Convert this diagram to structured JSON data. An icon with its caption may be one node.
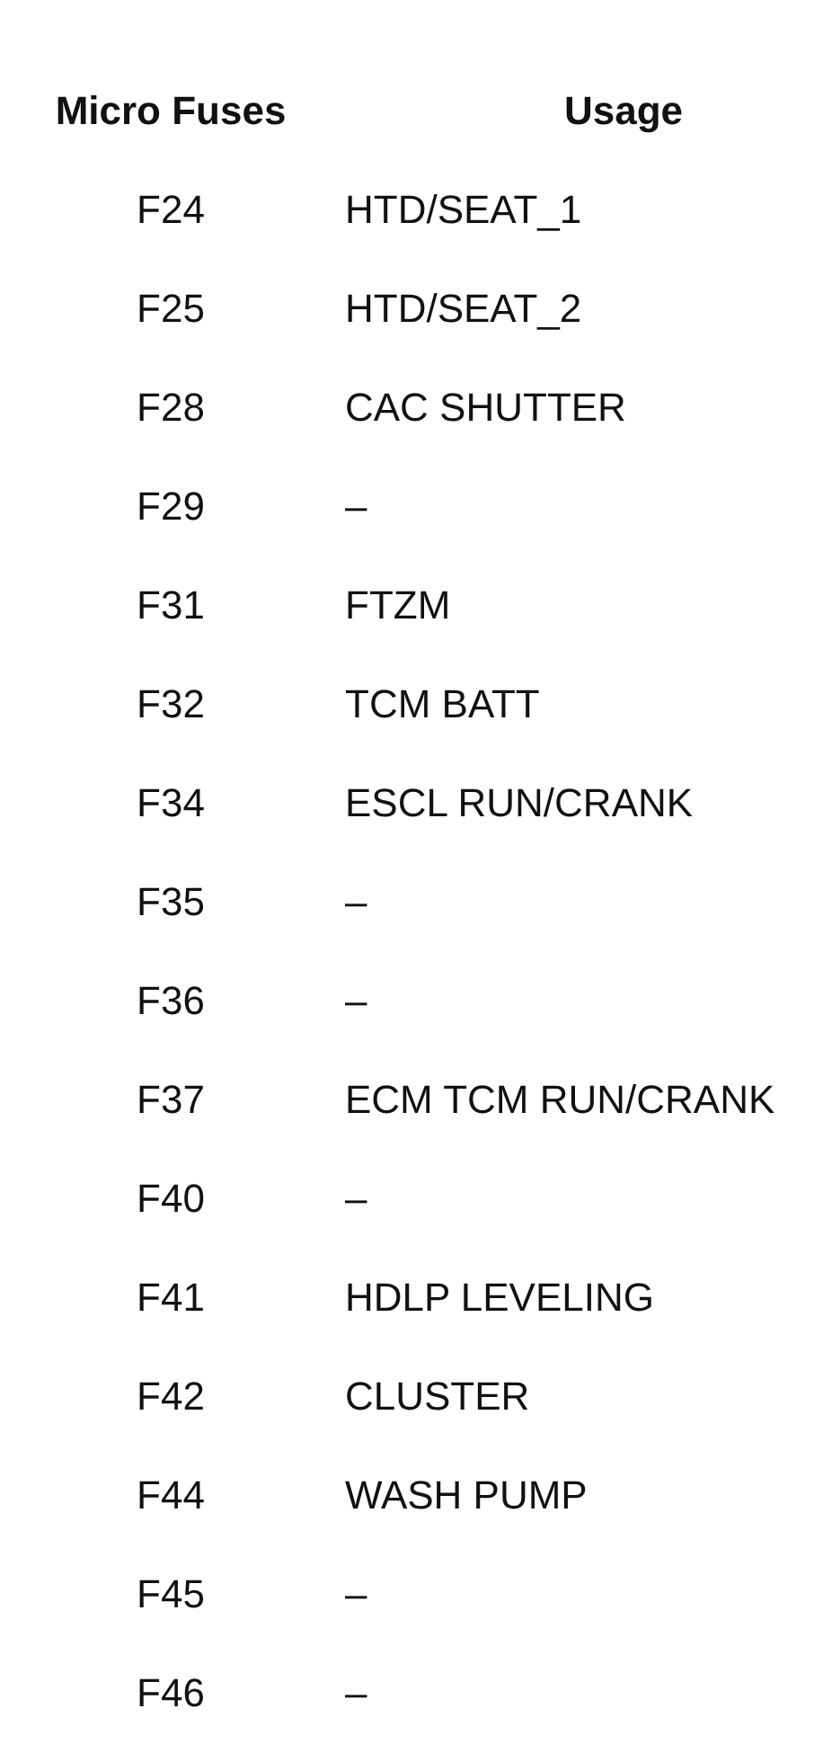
{
  "diagram": {
    "labels": [
      "Micro Fuses",
      "Usage",
      "F24",
      "HTD/SEAT_1",
      "F25",
      "HTD/SEAT_2",
      "F28",
      "CAC SHUTTER",
      "F29",
      "–",
      "F31",
      "FTZM",
      "F32",
      "TCM BATT",
      "F34",
      "ESCL RUN/CRANK",
      "F35",
      "–",
      "F36",
      "–",
      "F37",
      "ECM TCM RUN/CRANK",
      "F40",
      "–",
      "F41",
      "HDLP LEVELING",
      "F42",
      "CLUSTER",
      "F44",
      "WASH PUMP",
      "F45",
      "–",
      "F46",
      "–"
    ]
  }
}
